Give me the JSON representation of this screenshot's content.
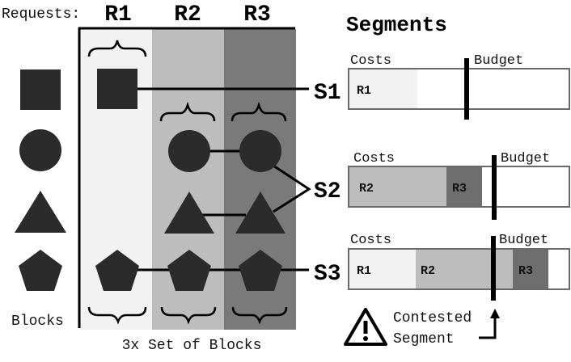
{
  "header": {
    "requests_label": "Requests:",
    "request_names": [
      "R1",
      "R2",
      "R3"
    ]
  },
  "left": {
    "blocks_label": "Blocks",
    "set_label": "3x Set of Blocks",
    "block_shapes": [
      "square",
      "circle",
      "triangle",
      "pentagon"
    ]
  },
  "segments": {
    "title": "Segments",
    "labels": [
      "S1",
      "S2",
      "S3"
    ],
    "bars": [
      {
        "segment": "S1",
        "costs_label": "Costs",
        "budget_label": "Budget",
        "parts": [
          {
            "label": "R1"
          }
        ]
      },
      {
        "segment": "S2",
        "costs_label": "Costs",
        "budget_label": "Budget",
        "parts": [
          {
            "label": "R2"
          },
          {
            "label": "R3"
          }
        ]
      },
      {
        "segment": "S3",
        "costs_label": "Costs",
        "budget_label": "Budget",
        "parts": [
          {
            "label": "R1"
          },
          {
            "label": "R2"
          },
          {
            "label": "R3"
          }
        ]
      }
    ],
    "contested_line1": "Contested",
    "contested_line2": "Segment"
  },
  "colors": {
    "r1_column": "#f2f2f2",
    "r2_column": "#bdbdbd",
    "r3_column": "#7a7a7a",
    "shape_fill": "#2b2b2b",
    "r3_cost": "#6e6e6e"
  },
  "icons": [
    "warning-icon",
    "return-arrow-icon"
  ]
}
